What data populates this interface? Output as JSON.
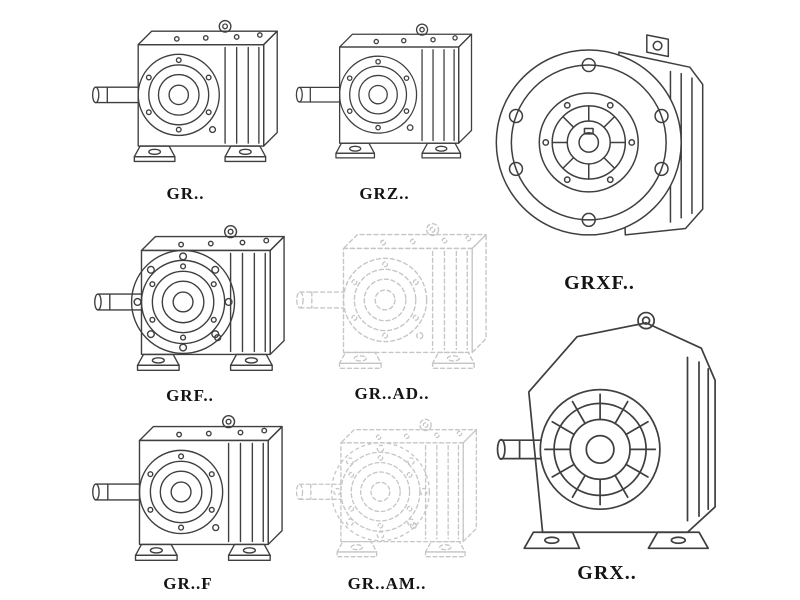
{
  "colors": {
    "page_bg": "#ffffff",
    "line": "#3f3f3f",
    "faded": "#c6c6c6"
  },
  "catalog": {
    "items": [
      {
        "id": "gr",
        "label": "GR.."
      },
      {
        "id": "grz",
        "label": "GRZ.."
      },
      {
        "id": "grxf",
        "label": "GRXF.."
      },
      {
        "id": "grf",
        "label": "GRF.."
      },
      {
        "id": "grad",
        "label": "GR..AD.."
      },
      {
        "id": "grff",
        "label": "GR..F"
      },
      {
        "id": "gram",
        "label": "GR..AM.."
      },
      {
        "id": "grx",
        "label": "GRX.."
      }
    ]
  }
}
